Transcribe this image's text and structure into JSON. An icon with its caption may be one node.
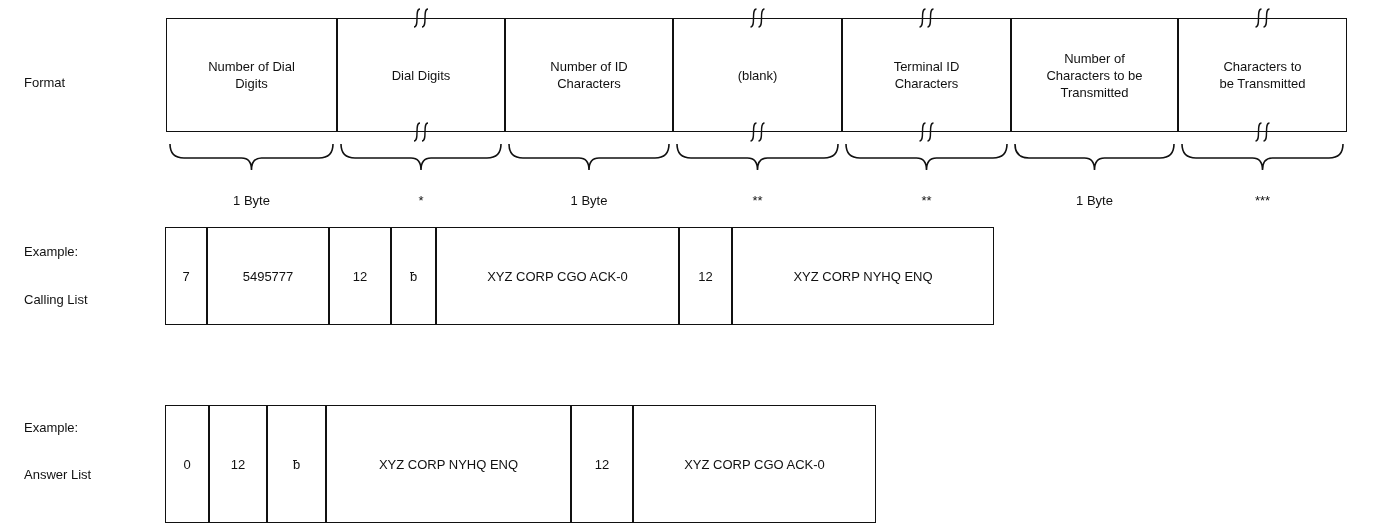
{
  "diagram": {
    "nodes": [
      {
        "text": [
          "Number of Dial Digits"
        ]
      },
      {
        "text": [
          "Dial Digits"
        ]
      },
      {
        "text": [
          "Number of ID Characters"
        ]
      },
      {
        "text": [
          "(blank)"
        ]
      },
      {
        "text": [
          "Terminal ID Characters"
        ]
      },
      {
        "text": [
          "Number of Characters to be Transmitted"
        ]
      },
      {
        "text": [
          "Characters to be Transmitted"
        ]
      },
      {
        "text": [
          "7"
        ]
      },
      {
        "text": [
          "5495777"
        ]
      },
      {
        "text": [
          "12"
        ]
      },
      {
        "text": [
          "ƀ"
        ]
      },
      {
        "text": [
          "XYZ CORP CGO ACK-0"
        ]
      },
      {
        "text": [
          "12"
        ]
      },
      {
        "text": [
          "XYZ CORP NYHQ ENQ"
        ]
      },
      {
        "text": [
          "0"
        ]
      },
      {
        "text": [
          "12"
        ]
      },
      {
        "text": [
          "ƀ"
        ]
      },
      {
        "text": [
          "XYZ CORP NYHQ ENQ"
        ]
      },
      {
        "text": [
          "12"
        ]
      },
      {
        "text": [
          "XYZ CORP CGO ACK-0"
        ]
      }
    ],
    "edges": [],
    "labels": [
      "Format",
      "1 Byte",
      "*",
      "1 Byte",
      "**",
      "**",
      "1 Byte",
      "***",
      "Example:",
      "Calling List",
      "Example:",
      "Answer List"
    ]
  }
}
